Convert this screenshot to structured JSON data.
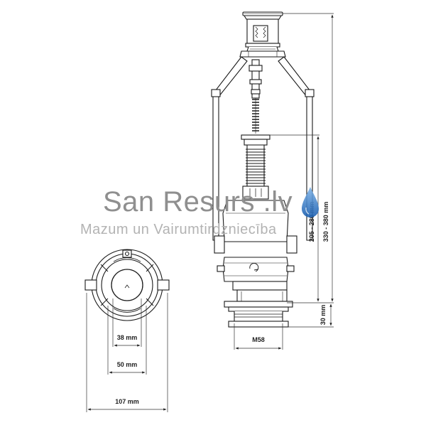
{
  "watermark": {
    "title": "San Resurs .lv",
    "subtitle": "Mazum un Vairumtirdzniecība"
  },
  "dimensions": {
    "inner_diameter": "38 mm",
    "outer_diameter": "50 mm",
    "overall_width": "107 mm",
    "thread": "M58",
    "base_height": "30 mm",
    "water_level_range": "205 - 280 mm",
    "overall_height_range": "330 - 380 mm"
  },
  "colors": {
    "line": "#1a1a1a",
    "watermark_drop_top": "#7fb4e8",
    "watermark_drop_bottom": "#1b5fb0"
  }
}
